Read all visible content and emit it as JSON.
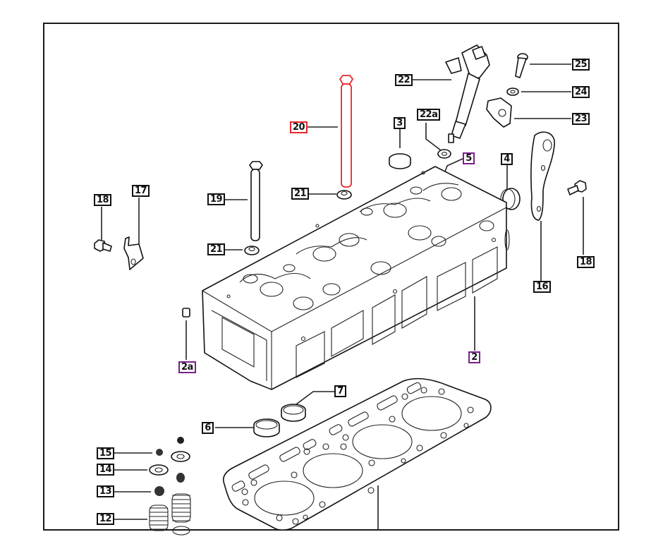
{
  "diagram": {
    "title": "Cylinder head assembly exploded view",
    "colors": {
      "selected": "#e8262b",
      "linked": "#7b1f8c",
      "default": "#111111"
    },
    "callouts": [
      {
        "id": "c22",
        "label": "22",
        "state": "default"
      },
      {
        "id": "c25",
        "label": "25",
        "state": "default"
      },
      {
        "id": "c24",
        "label": "24",
        "state": "default"
      },
      {
        "id": "c23",
        "label": "23",
        "state": "default"
      },
      {
        "id": "c22a",
        "label": "22a",
        "state": "default"
      },
      {
        "id": "c3",
        "label": "3",
        "state": "default"
      },
      {
        "id": "c20",
        "label": "20",
        "state": "selected"
      },
      {
        "id": "c5",
        "label": "5",
        "state": "linked"
      },
      {
        "id": "c4",
        "label": "4",
        "state": "default"
      },
      {
        "id": "c21a",
        "label": "21",
        "state": "default"
      },
      {
        "id": "c19",
        "label": "19",
        "state": "default"
      },
      {
        "id": "c21b",
        "label": "21",
        "state": "default"
      },
      {
        "id": "c18a",
        "label": "18",
        "state": "default"
      },
      {
        "id": "c17",
        "label": "17",
        "state": "default"
      },
      {
        "id": "c18b",
        "label": "18",
        "state": "default"
      },
      {
        "id": "c16",
        "label": "16",
        "state": "default"
      },
      {
        "id": "c2",
        "label": "2",
        "state": "linked"
      },
      {
        "id": "c2a",
        "label": "2a",
        "state": "linked"
      },
      {
        "id": "c7",
        "label": "7",
        "state": "default"
      },
      {
        "id": "c6",
        "label": "6",
        "state": "default"
      },
      {
        "id": "c15",
        "label": "15",
        "state": "default"
      },
      {
        "id": "c14",
        "label": "14",
        "state": "default"
      },
      {
        "id": "c13",
        "label": "13",
        "state": "default"
      },
      {
        "id": "c12",
        "label": "12",
        "state": "default"
      }
    ]
  }
}
